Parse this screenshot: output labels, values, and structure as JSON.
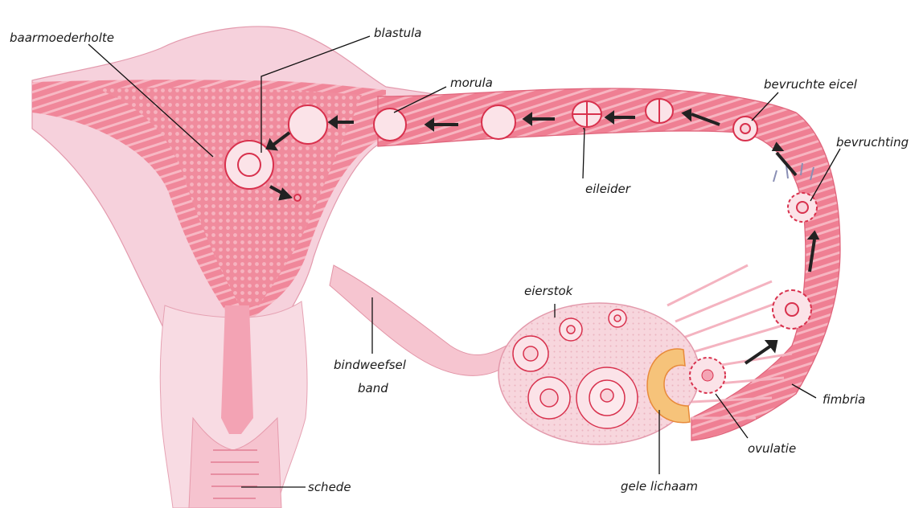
{
  "labels": {
    "uterine_cavity": "baarmoederholte",
    "blastula": "blastula",
    "morula": "morula",
    "fertilized_egg": "bevruchte eicel",
    "fertilization": "bevruchting",
    "oviduct": "eileider",
    "ovary": "eierstok",
    "ligament_line1": "bindweefsel",
    "ligament_line2": "band",
    "fimbria": "fimbria",
    "ovulation": "ovulatie",
    "corpus_luteum": "gele lichaam",
    "vagina": "schede"
  },
  "colors": {
    "tissue_light": "#f7d3dd",
    "tissue_mid": "#f3a6b5",
    "tissue_dark": "#e9546d",
    "cell_outline": "#d8314d",
    "corpus_luteum": "#f6c37a",
    "arrow": "#222222",
    "text": "#1a1a1a"
  }
}
